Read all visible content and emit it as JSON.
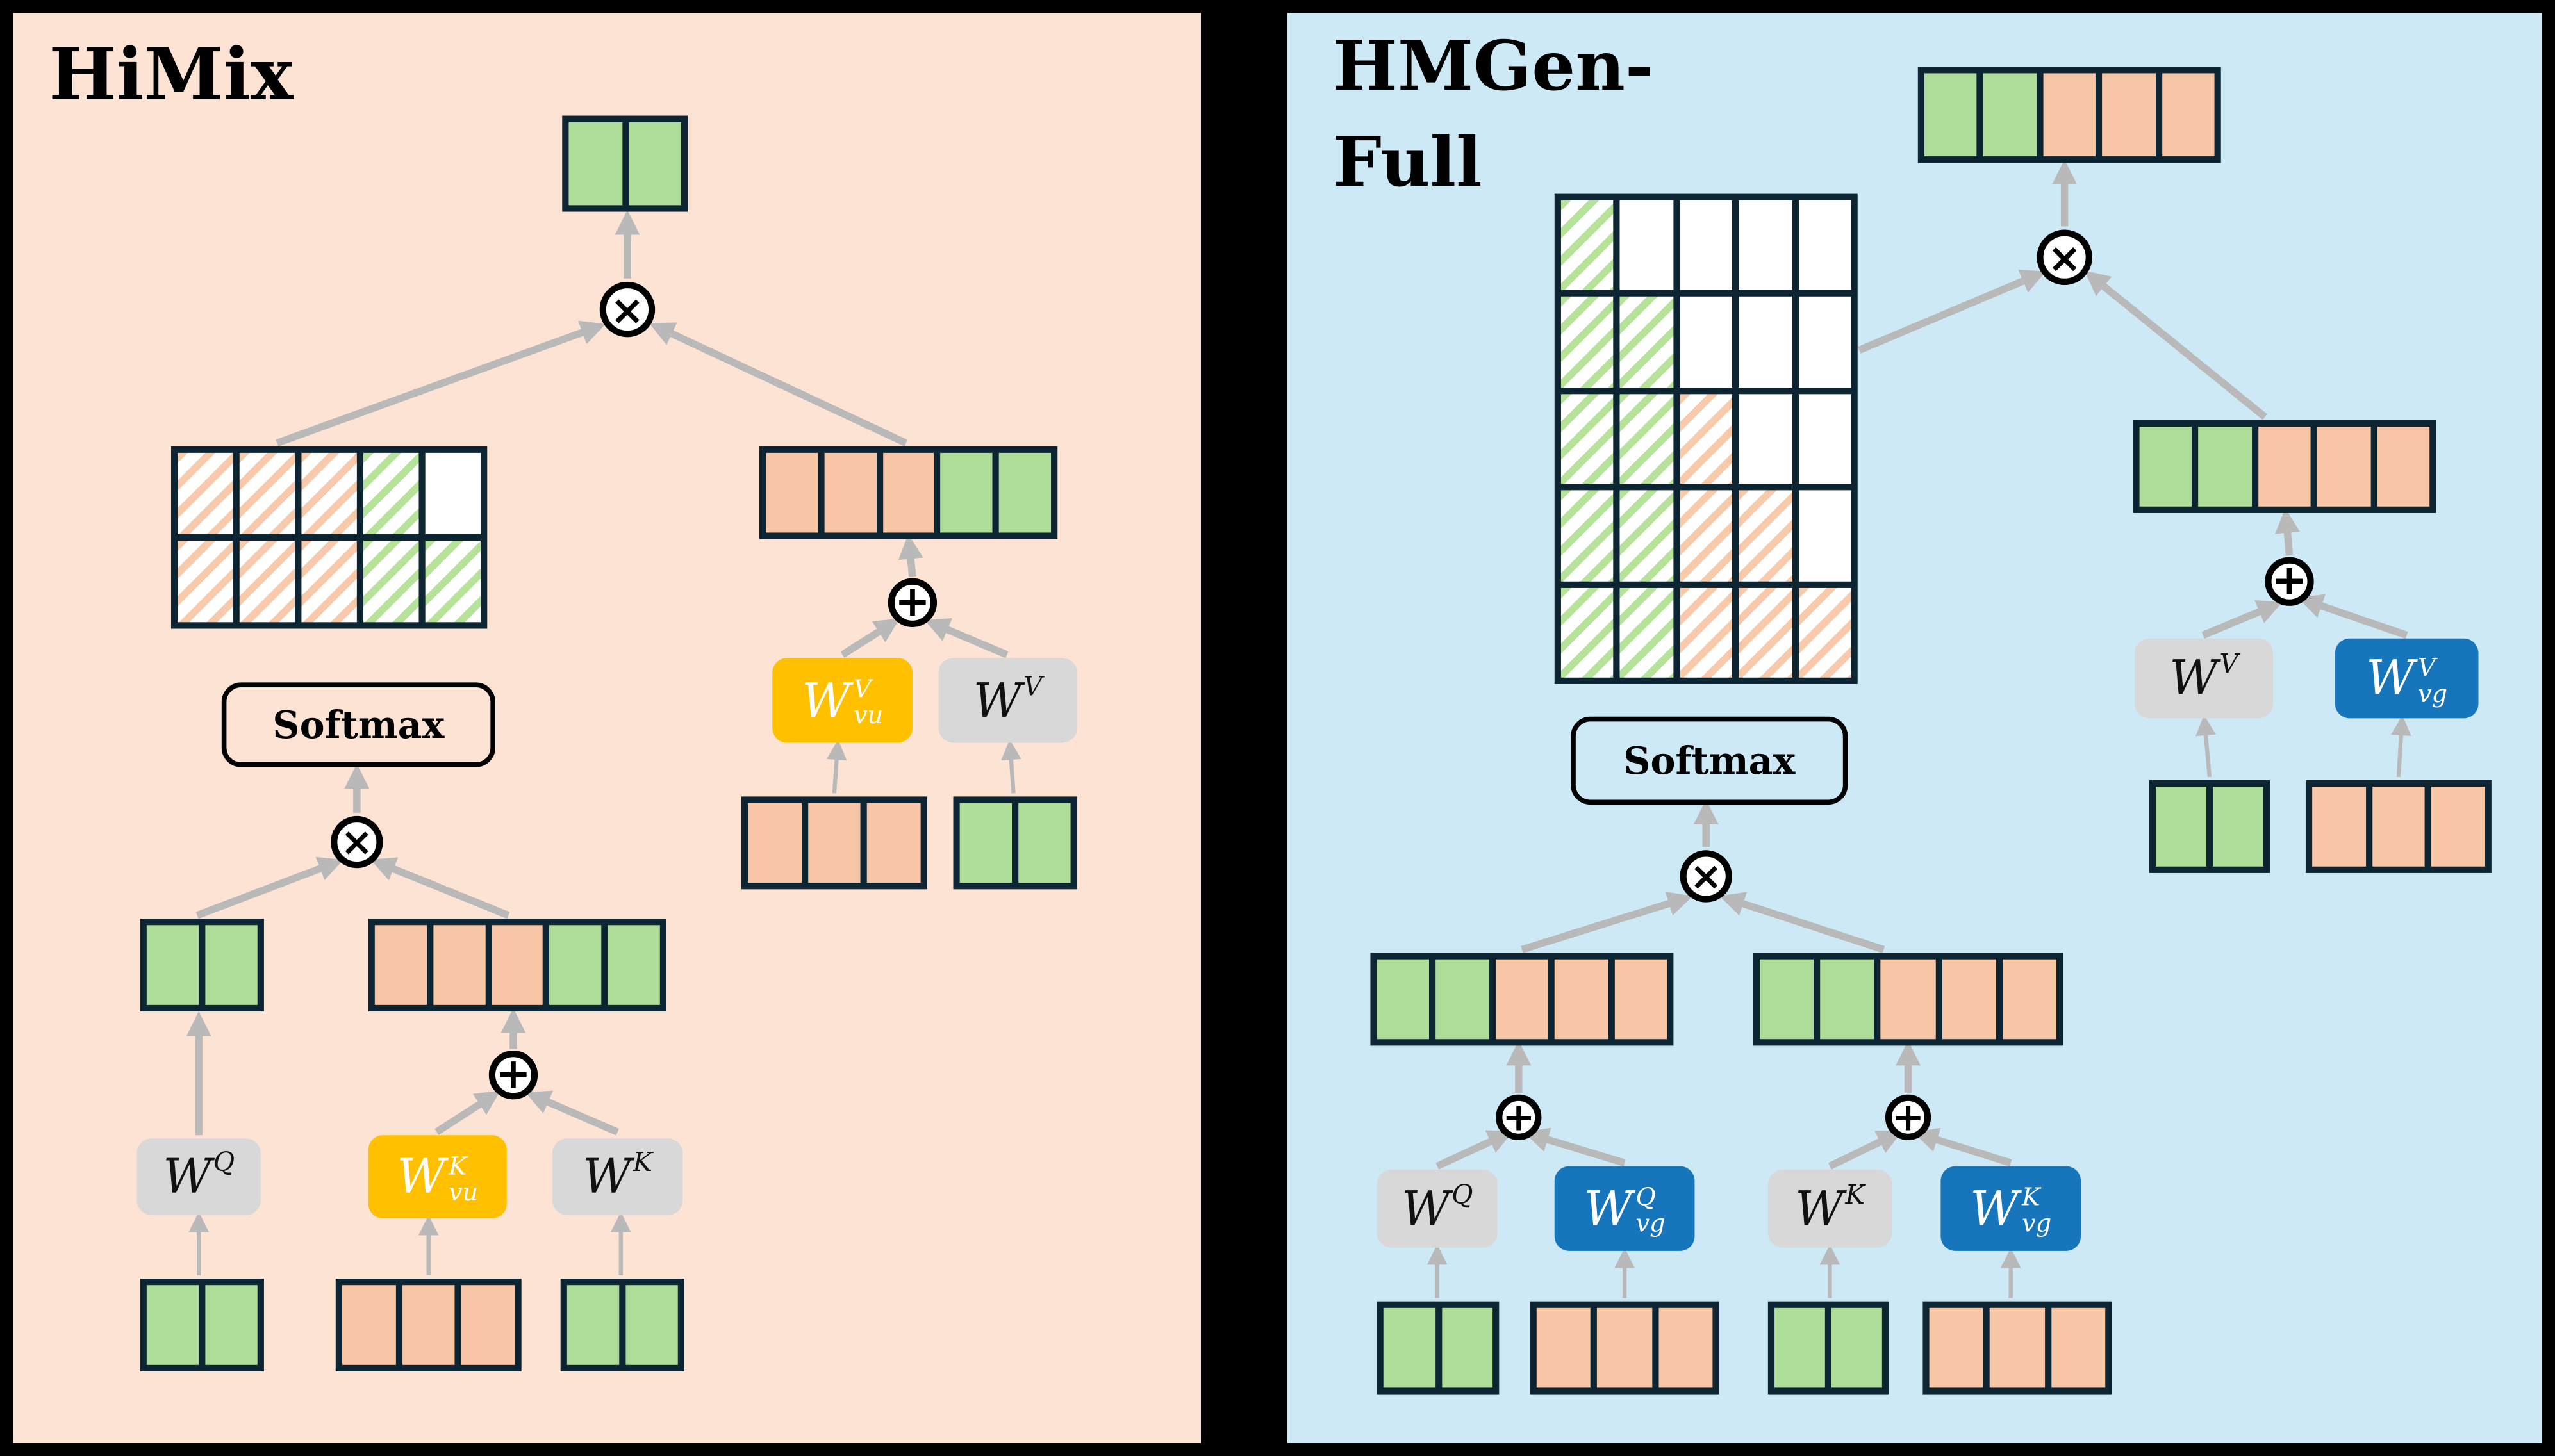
{
  "ops": {
    "multiply": "×",
    "add": "+"
  },
  "colors": {
    "panel_left_bg": "#fce3d4",
    "panel_right_bg": "#cde9f6",
    "cell_green": "#addd99",
    "cell_orange": "#f6c6a6",
    "cell_green_hatch": "#b7e29a",
    "cell_orange_hatch": "#f7caac",
    "cell_border_navy": "#0d2433",
    "box_gray": "#d8d8d8",
    "box_yellow": "#ffc000",
    "box_blue": "#1775bc",
    "arrow_gray": "#b9b9b9",
    "outer_bg": "#000000"
  },
  "himix": {
    "title": "HiMix",
    "softmax": "Softmax",
    "weights": {
      "wq": {
        "base": "W",
        "sup": "Q"
      },
      "wk_vu": {
        "base": "W",
        "sup": "K",
        "sub": "vu"
      },
      "wk": {
        "base": "W",
        "sup": "K"
      },
      "wv_vu": {
        "base": "W",
        "sup": "V",
        "sub": "vu"
      },
      "wv": {
        "base": "W",
        "sup": "V"
      }
    },
    "blocks": {
      "output": [
        "g",
        "g"
      ],
      "attn_matrix": [
        [
          "oh",
          "oh",
          "oh",
          "gh",
          "w"
        ],
        [
          "oh",
          "oh",
          "oh",
          "gh",
          "gh"
        ]
      ],
      "query": [
        "g",
        "g"
      ],
      "key_mix": [
        "o",
        "o",
        "o",
        "g",
        "g"
      ],
      "value_mix": [
        "o",
        "o",
        "o",
        "g",
        "g"
      ],
      "query_in": [
        "g",
        "g"
      ],
      "text_in_key": [
        "o",
        "o",
        "o"
      ],
      "key_in": [
        "g",
        "g"
      ],
      "text_in_value": [
        "o",
        "o",
        "o"
      ],
      "value_in": [
        "g",
        "g"
      ]
    }
  },
  "hmgen": {
    "title_line1": "HMGen-",
    "title_line2": "Full",
    "softmax": "Softmax",
    "weights": {
      "wq": {
        "base": "W",
        "sup": "Q"
      },
      "wq_vg": {
        "base": "W",
        "sup": "Q",
        "sub": "vg"
      },
      "wk": {
        "base": "W",
        "sup": "K"
      },
      "wk_vg": {
        "base": "W",
        "sup": "K",
        "sub": "vg"
      },
      "wv": {
        "base": "W",
        "sup": "V"
      },
      "wv_vg": {
        "base": "W",
        "sup": "V",
        "sub": "vg"
      }
    },
    "blocks": {
      "output": [
        "g",
        "g",
        "o",
        "o",
        "o"
      ],
      "attn_matrix": [
        [
          "gh",
          "w",
          "w",
          "w",
          "w"
        ],
        [
          "gh",
          "gh",
          "w",
          "w",
          "w"
        ],
        [
          "gh",
          "gh",
          "oh",
          "w",
          "w"
        ],
        [
          "gh",
          "gh",
          "oh",
          "oh",
          "w"
        ],
        [
          "gh",
          "gh",
          "oh",
          "oh",
          "oh"
        ]
      ],
      "value_mix": [
        "g",
        "g",
        "o",
        "o",
        "o"
      ],
      "query_mix": [
        "g",
        "g",
        "o",
        "o",
        "o"
      ],
      "key_mix": [
        "g",
        "g",
        "o",
        "o",
        "o"
      ],
      "visual_in_value": [
        "g",
        "g"
      ],
      "text_in_value": [
        "o",
        "o",
        "o"
      ],
      "visual_in_query": [
        "g",
        "g"
      ],
      "text_in_query": [
        "o",
        "o",
        "o"
      ],
      "visual_in_key": [
        "g",
        "g"
      ],
      "text_in_key": [
        "o",
        "o",
        "o"
      ]
    }
  }
}
